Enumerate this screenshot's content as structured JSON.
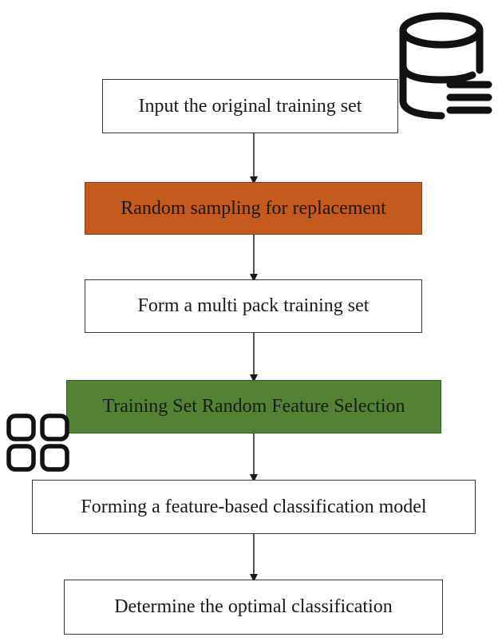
{
  "diagram": {
    "steps": [
      {
        "label": "Input the original training set",
        "fill": "#ffffff"
      },
      {
        "label": "Random sampling for replacement",
        "fill": "#c55a1e"
      },
      {
        "label": "Form a multi pack training set",
        "fill": "#ffffff"
      },
      {
        "label": "Training Set Random Feature Selection",
        "fill": "#548235"
      },
      {
        "label": "Forming a feature-based classification model",
        "fill": "#ffffff"
      },
      {
        "label": "Determine the optimal classification",
        "fill": "#ffffff"
      }
    ],
    "icons": {
      "top_right": "database-icon",
      "left": "grid-icon"
    },
    "colors": {
      "line": "#1a1a1a",
      "border": "#3a3a3a"
    }
  }
}
